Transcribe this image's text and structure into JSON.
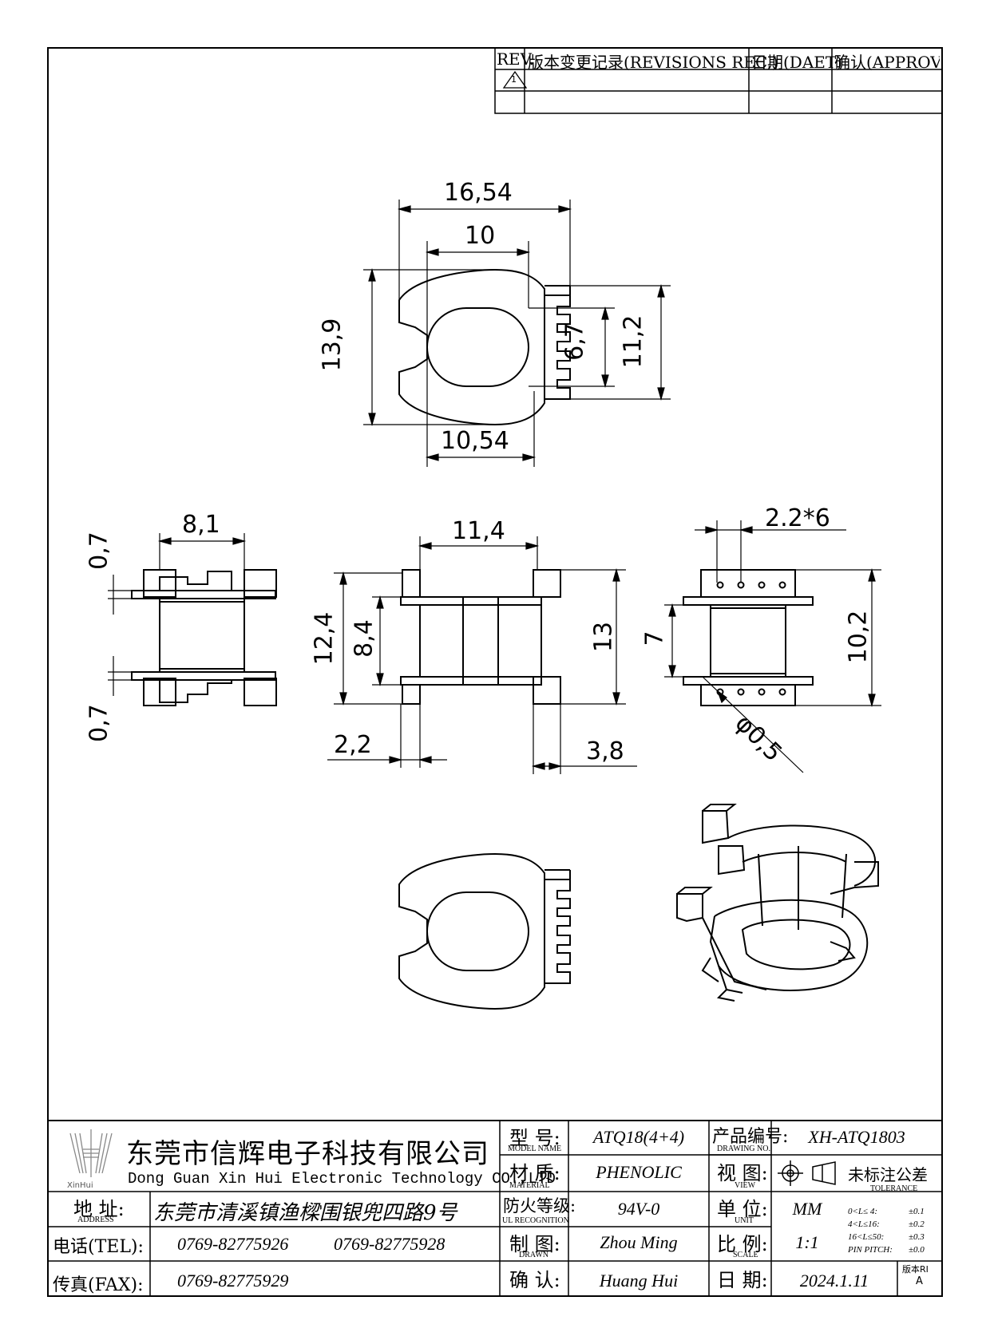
{
  "revision_table": {
    "headers": [
      "REV.",
      "版本变更记录(REVISIONS REC.)",
      "日期(DAET)",
      "确认(APPROVEI"
    ],
    "rev_mark": "1"
  },
  "dimensions": {
    "top_width": "16,54",
    "top_inner_width": "10",
    "top_height": "13,9",
    "top_bottom_width": "10,54",
    "top_inner_height": "6,7",
    "top_flange_height": "11,2",
    "left_width": "8,1",
    "left_flange_top": "0,7",
    "left_flange_bottom": "0,7",
    "front_width": "11,4",
    "front_outer_height": "12,4",
    "front_inner_height": "8,4",
    "front_total_height": "13",
    "front_flange": "2,2",
    "front_pin": "3,8",
    "right_pitch": "2.2*6",
    "right_inner": "7",
    "right_height": "10,2",
    "right_pin_dia": "φ0,5"
  },
  "title_block": {
    "logo_text": "XinHui",
    "company_cn": "东莞市信辉电子科技有限公司",
    "company_en": "Dong Guan Xin Hui Electronic Technology CO.,LTD",
    "address_label": "地  址:",
    "address_label_en": "ADDRESS",
    "address": "东莞市清溪镇渔樑围银兜四路9号",
    "tel_label": "电话(TEL):",
    "tel1": "0769-82775926",
    "tel2": "0769-82775928",
    "fax_label": "传真(FAX):",
    "fax": "0769-82775929",
    "model_label": "型  号:",
    "model_label_en": "MODEL NAME",
    "model": "ATQ18(4+4)",
    "material_label": "材  质:",
    "material_label_en": "MATERIAL",
    "material": "PHENOLIC",
    "fire_label": "防火等级:",
    "fire_label_en": "UL RECOGNITION",
    "fire": "94V-0",
    "drawn_label": "制  图:",
    "drawn_label_en": "DRAWN",
    "drawn": "Zhou Ming",
    "confirm_label": "确  认:",
    "confirm": "Huang Hui",
    "drawing_no_label": "产品编号:",
    "drawing_no_label_en": "DRAWING NO.",
    "drawing_no": "XH-ATQ1803",
    "view_label": "视  图:",
    "view_label_en": "VIEW",
    "unit_label": "单  位:",
    "unit_label_en": "UNIT",
    "unit": "MM",
    "scale_label": "比  例:",
    "scale_label_en": "SCALE",
    "scale": "1:1",
    "date_label": "日  期:",
    "date": "2024.1.11",
    "tolerance_label": "未标注公差",
    "tolerance_label_en": "TOLERANCE",
    "tolerances": [
      {
        "range": "0<L≤ 4:",
        "value": "±0.1"
      },
      {
        "range": "4<L≤16:",
        "value": "±0.2"
      },
      {
        "range": "16<L≤50:",
        "value": "±0.3"
      },
      {
        "range": "PIN PITCH:",
        "value": "±0.0"
      }
    ],
    "version_label": "版本RI",
    "version": "A"
  }
}
